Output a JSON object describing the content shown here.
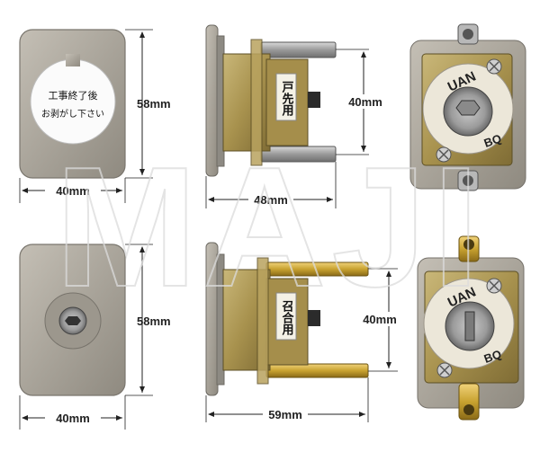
{
  "watermark": "MAJI",
  "panels": {
    "front_top": {
      "sticker_line1": "工事終了後",
      "sticker_line2": "お剥がし下さい",
      "dim_height": "58mm",
      "dim_width": "40mm"
    },
    "side_top": {
      "label": "戸先用",
      "dim_height": "40mm",
      "dim_width": "48mm"
    },
    "back_top": {
      "stamp_top": "UAN",
      "stamp_bottom": "BQ"
    },
    "front_bottom": {
      "dim_height": "58mm",
      "dim_width": "40mm"
    },
    "side_bottom": {
      "label": "召合用",
      "dim_height": "40mm",
      "dim_width": "59mm"
    },
    "back_bottom": {
      "stamp_top": "UAN",
      "stamp_bottom": "BQ"
    }
  },
  "colors": {
    "plate": "#a9a49a",
    "brass": "#b39c5a",
    "steel": "#8f8f8f",
    "gold_pin": "#c8a230"
  }
}
